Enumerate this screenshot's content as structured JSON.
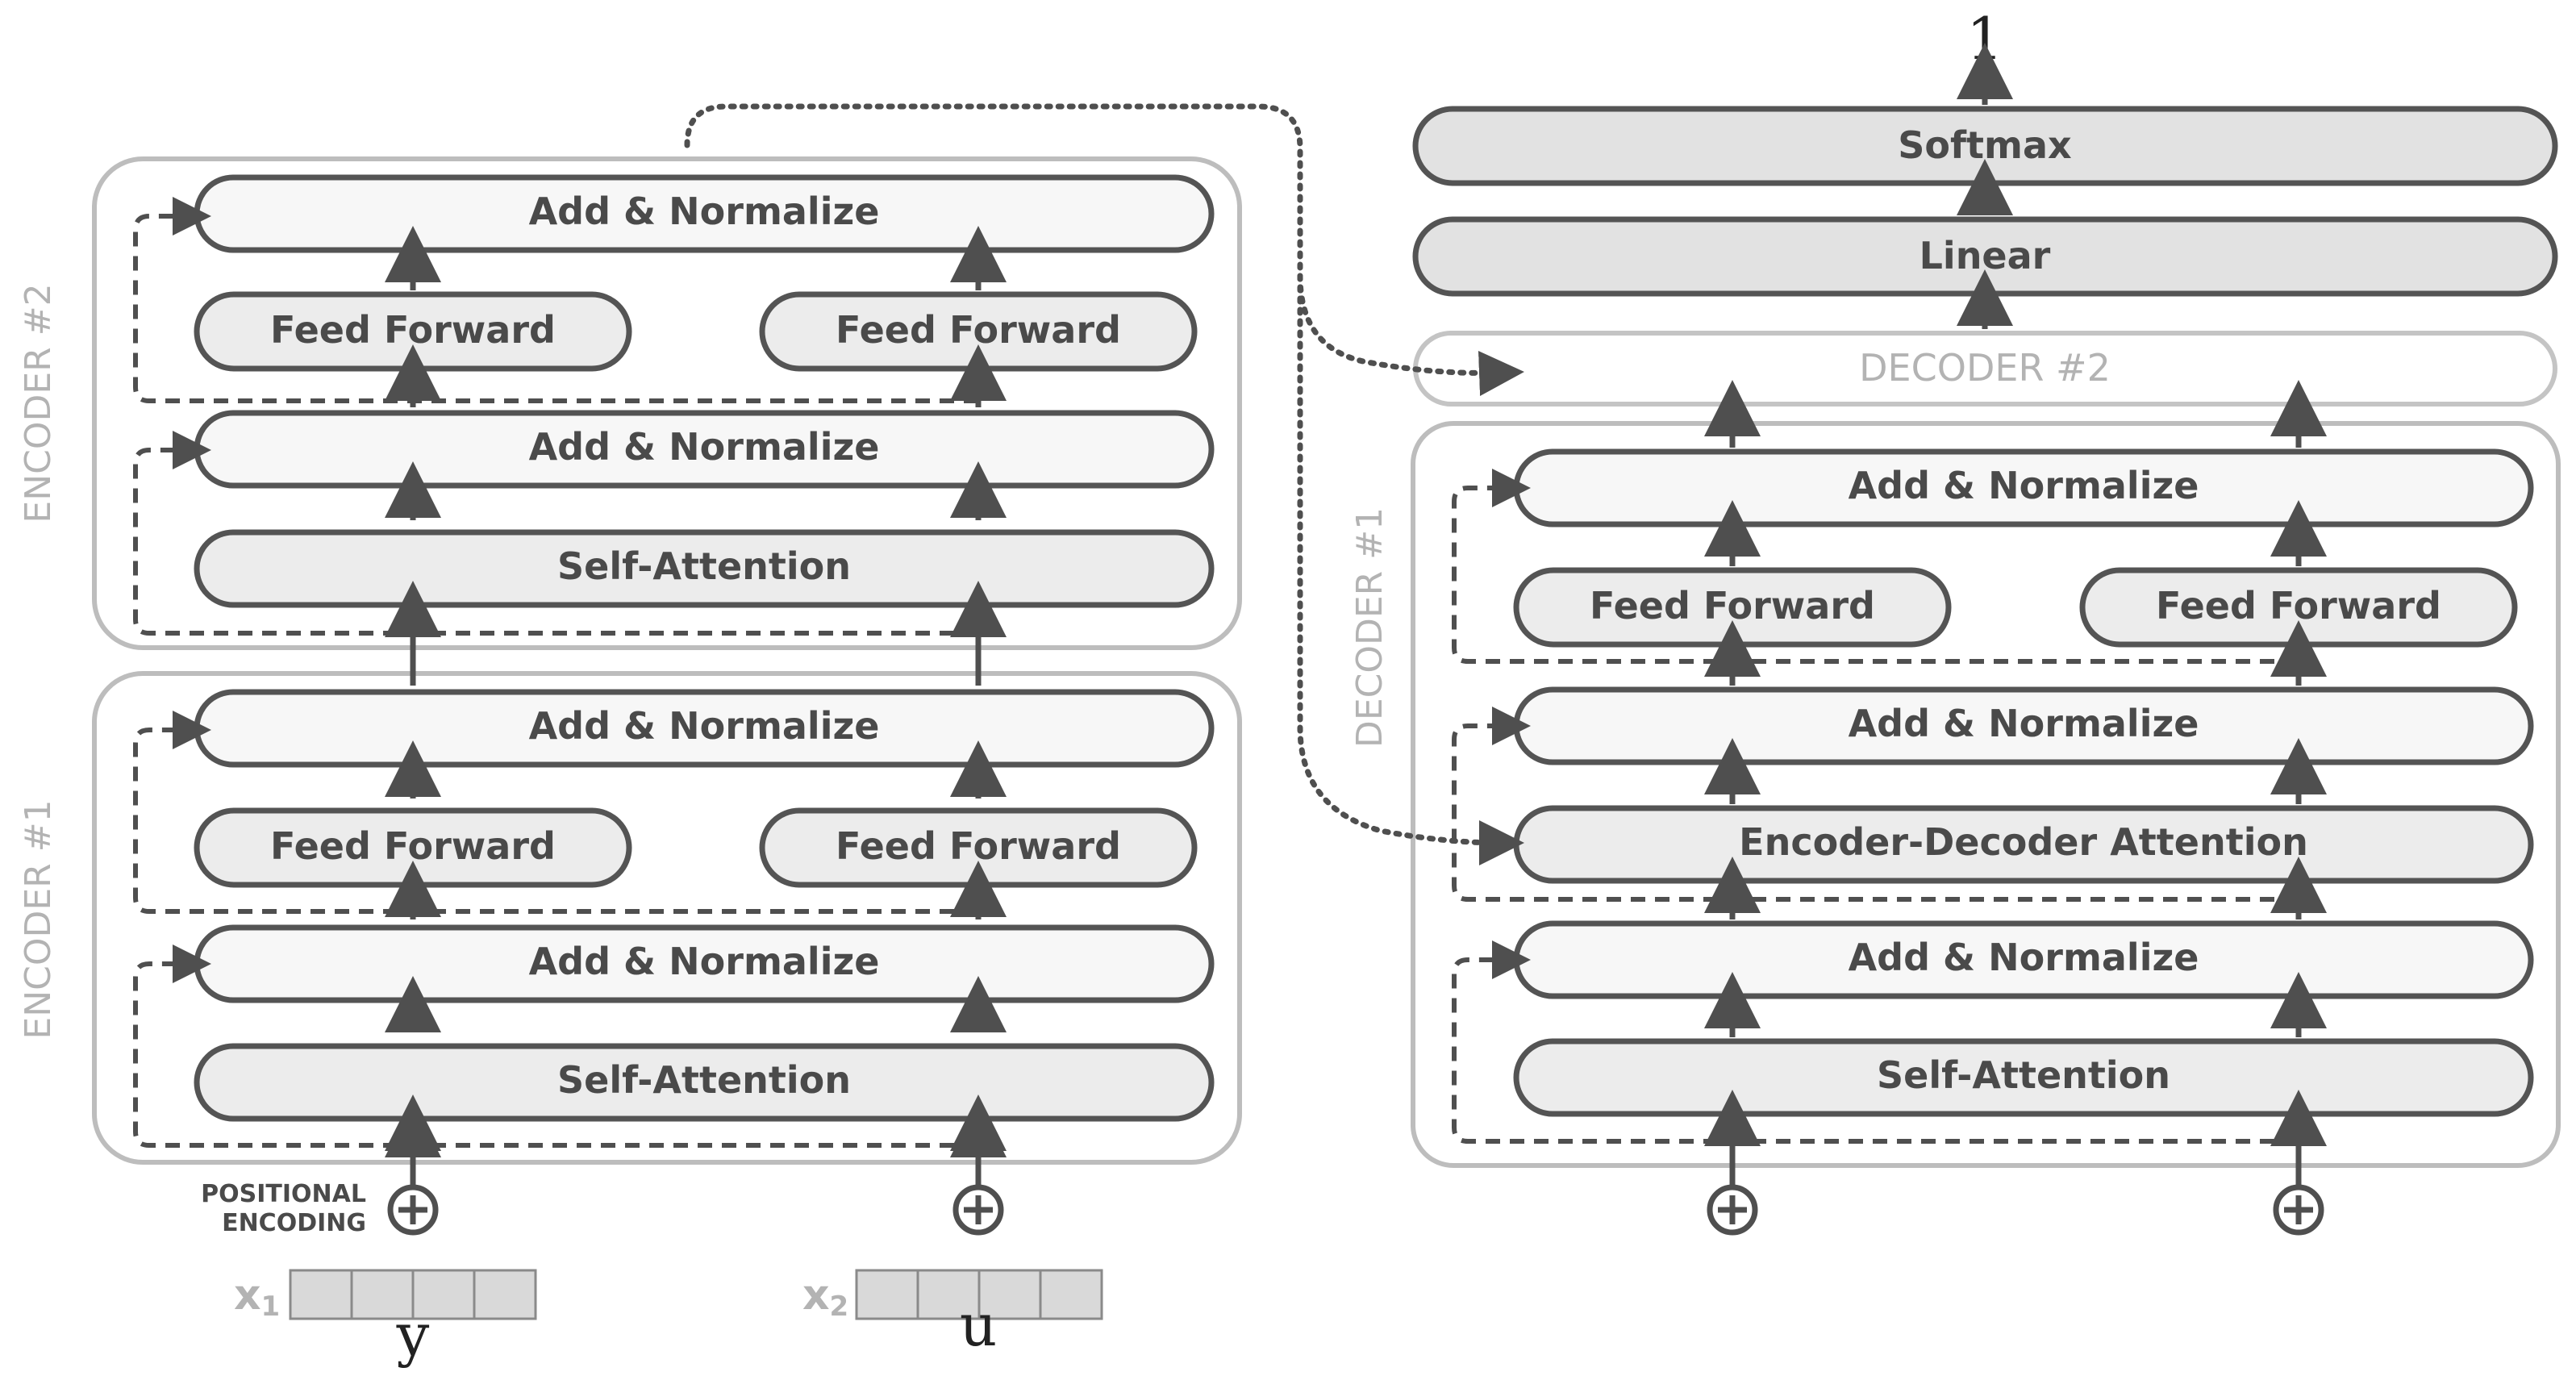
{
  "top_output": "1",
  "encoder2": {
    "section_label": "ENCODER #2",
    "add_norm_top": "Add & Normalize",
    "ff_left": "Feed Forward",
    "ff_right": "Feed Forward",
    "add_norm_mid": "Add & Normalize",
    "self_attention": "Self-Attention"
  },
  "encoder1": {
    "section_label": "ENCODER #1",
    "add_norm_top": "Add & Normalize",
    "ff_left": "Feed Forward",
    "ff_right": "Feed Forward",
    "add_norm_mid": "Add & Normalize",
    "self_attention": "Self-Attention"
  },
  "decoder_head": {
    "softmax": "Softmax",
    "linear": "Linear",
    "decoder2": "DECODER #2"
  },
  "decoder1": {
    "section_label": "DECODER #1",
    "add_norm_top": "Add & Normalize",
    "ff_left": "Feed Forward",
    "ff_right": "Feed Forward",
    "add_norm_2": "Add & Normalize",
    "enc_dec_attention": "Encoder-Decoder Attention",
    "add_norm_1": "Add & Normalize",
    "self_attention": "Self-Attention"
  },
  "inputs": {
    "positional_encoding_line1": "POSITIONAL",
    "positional_encoding_line2": "ENCODING",
    "x1_base": "x",
    "x1_sub": "1",
    "x2_base": "x",
    "x2_sub": "2",
    "y_label": "y",
    "u_label": "u",
    "plus_symbol": "+"
  }
}
